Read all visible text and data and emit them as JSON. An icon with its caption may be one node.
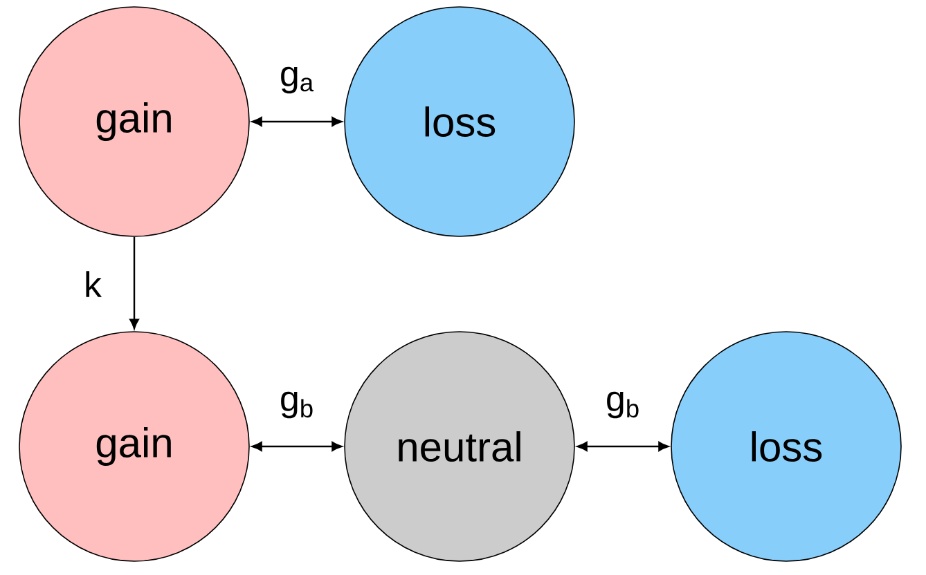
{
  "diagram": {
    "nodes": [
      {
        "text": [
          "gain"
        ]
      },
      {
        "text": [
          "loss"
        ]
      },
      {
        "text": [
          "gain"
        ]
      },
      {
        "text": [
          "neutral"
        ]
      },
      {
        "text": [
          "loss"
        ]
      }
    ],
    "edges": [
      {
        "from": 0,
        "to": 1,
        "arrow": "both",
        "label": "g$_{a}$"
      },
      {
        "from": 0,
        "to": 2,
        "arrow": "to",
        "label": "k"
      },
      {
        "from": 2,
        "to": 3,
        "arrow": "both",
        "label": "g$_{b}$"
      },
      {
        "from": 3,
        "to": 4,
        "arrow": "both",
        "label": "g$_{b}$"
      }
    ]
  }
}
